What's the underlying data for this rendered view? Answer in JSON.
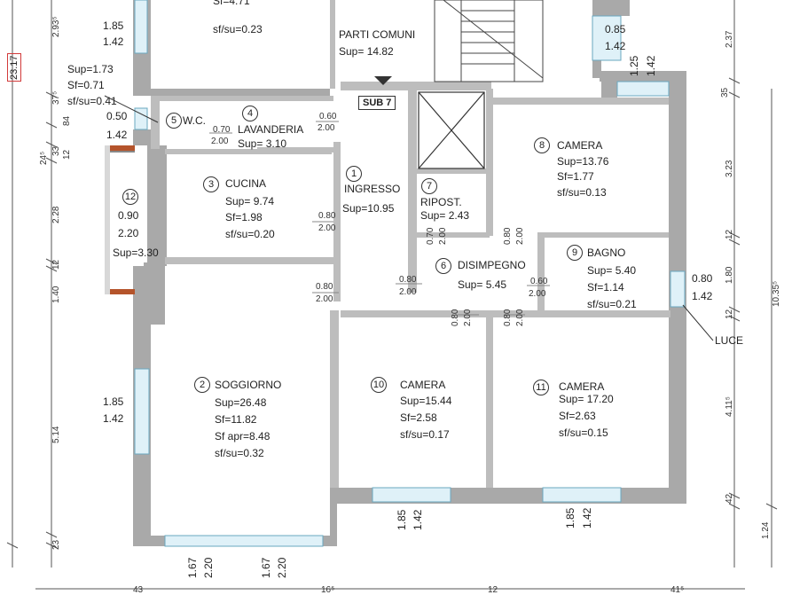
{
  "sub_label": "SUB 7",
  "total_height": "23.17",
  "rooms": [
    {
      "num": "1",
      "name": "INGRESSO",
      "sup": "Sup=10.95"
    },
    {
      "num": "2",
      "name": "SOGGIORNO",
      "sup": "Sup=26.48",
      "sf": "Sf=11.82",
      "sfapr": "Sf apr=8.48",
      "sfsu": "sf/su=0.32"
    },
    {
      "num": "3",
      "name": "CUCINA",
      "sup": "Sup= 9.74",
      "sf": "Sf=1.98",
      "sfsu": "sf/su=0.20"
    },
    {
      "num": "4",
      "name": "LAVANDERIA",
      "sup": "Sup= 3.10"
    },
    {
      "num": "5",
      "name": "W.C.",
      "sup": "Sup=1.73",
      "sf": "Sf=0.71",
      "sfsu": "sf/su=0.41"
    },
    {
      "num": "6",
      "name": "DISIMPEGNO",
      "sup": "Sup= 5.45"
    },
    {
      "num": "7",
      "name": "RIPOST.",
      "sup": "Sup=  2.43"
    },
    {
      "num": "8",
      "name": "CAMERA",
      "sup": "Sup=13.76",
      "sf": "Sf=1.77",
      "sfsu": "sf/su=0.13"
    },
    {
      "num": "9",
      "name": "BAGNO",
      "sup": "Sup= 5.40",
      "sf": "Sf=1.14",
      "sfsu": "sf/su=0.21"
    },
    {
      "num": "10",
      "name": "CAMERA",
      "sup": "Sup=15.44",
      "sf": "Sf=2.58",
      "sfsu": "sf/su=0.17"
    },
    {
      "num": "11",
      "name": "CAMERA",
      "sup": "Sup= 17.20",
      "sf": "Sf=2.63",
      "sfsu": "sf/su=0.15"
    },
    {
      "num": "12",
      "sup": "Sup=3.30"
    }
  ],
  "parti_comuni": {
    "name": "PARTI COMUNI",
    "sup": "Sup=  14.82"
  },
  "top_room": {
    "sf": "Sf=4.71",
    "sfsu": "sf/su=0.23"
  },
  "luce_label": "LUCE",
  "openings": {
    "top_left_win": [
      "1.85",
      "1.42"
    ],
    "top_right_win": [
      "0.85",
      "1.42"
    ],
    "wc_win": [
      "0.50",
      "1.42"
    ],
    "balcony_12": [
      "0.90",
      "2.20"
    ],
    "soggiorno_win": [
      "1.85",
      "1.42"
    ],
    "right_win": [
      "0.80",
      "1.42"
    ],
    "bottom_10_win": [
      "1.85",
      "1.42"
    ],
    "bottom_11_win": [
      "1.85",
      "1.42"
    ],
    "bottom_sogg_1": [
      "1.67",
      "2.20"
    ],
    "bottom_sogg_2": [
      "1.67",
      "2.20"
    ],
    "vert_125": "1.25",
    "vert_142": "1.42",
    "door_lav": [
      "0.70",
      "2.00"
    ],
    "door_lav2": [
      "0.60",
      "2.00"
    ],
    "door_cucina": [
      "0.80",
      "2.00"
    ],
    "door_sogg": [
      "0.80",
      "2.00"
    ],
    "door_disimp": [
      "0.80",
      "2.00"
    ],
    "door_ripost": [
      "0.70",
      "2.00"
    ],
    "door_cam8": [
      "0.80",
      "2.00"
    ],
    "door_bagno": [
      "0.60",
      "2.00"
    ],
    "door_cam10": [
      "0.80",
      "2.00"
    ],
    "door_cam11": [
      "0.80",
      "2.00"
    ]
  },
  "left_dims": [
    "2.93⁵",
    "37⁵",
    "84",
    "24⁵",
    "33",
    "12",
    "2.28",
    "12",
    "1.40",
    "5.14",
    "23"
  ],
  "right_dims": [
    "2.37",
    "35",
    "3.23",
    "12",
    "1.80",
    "12",
    "10.35⁵",
    "4.11⁵",
    "42",
    "1.24"
  ],
  "bottom_dims": [
    "43",
    "16⁵",
    "12",
    "41⁵"
  ]
}
